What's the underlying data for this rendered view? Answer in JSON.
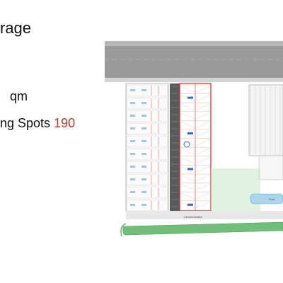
{
  "slide": {
    "title_fragment": "rage",
    "area_unit": "qm",
    "spots_label_fragment": "ng Spots",
    "spots_value": "190"
  },
  "plan": {
    "pool_label": "Pool",
    "road_label": "Lärchenstraße"
  },
  "colors": {
    "road": "#9a9a9a",
    "outline_red": "#d7262b",
    "lawn": "#6fbf78",
    "pool": "#a9d6ee",
    "vegetation": "#c9e7c7",
    "roof_hatch": "#e6e6e6"
  }
}
